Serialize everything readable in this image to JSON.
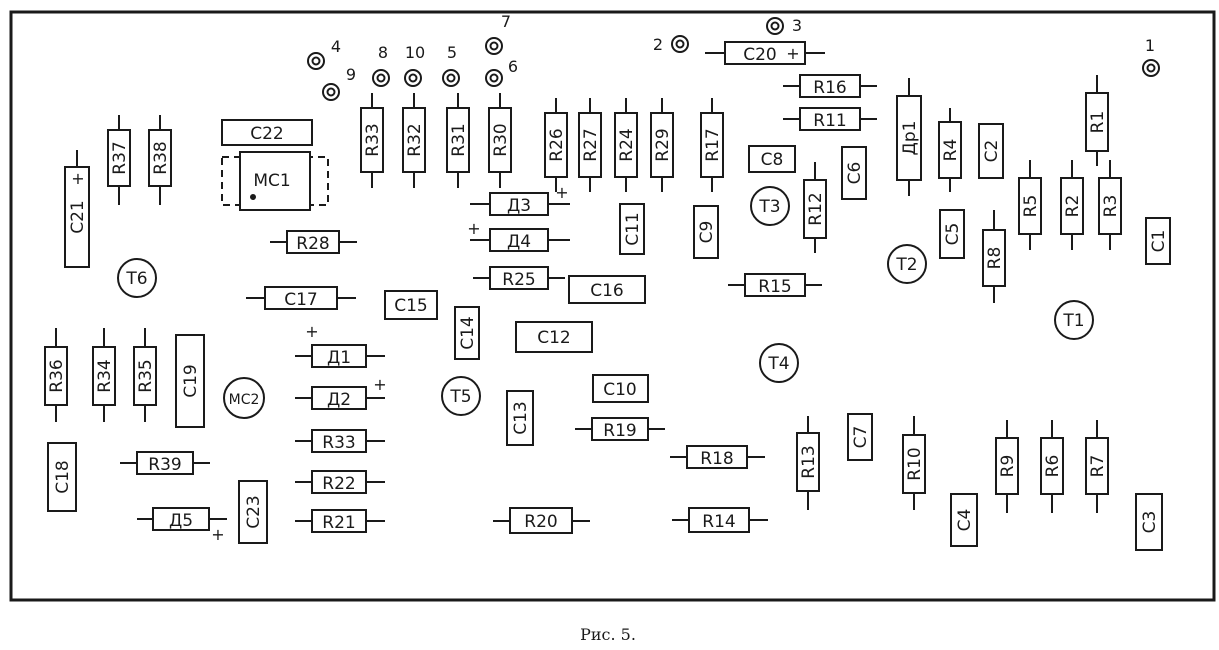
{
  "caption": "Рис. 5.",
  "pins": [
    "1",
    "2",
    "3",
    "4",
    "5",
    "6",
    "7",
    "8",
    "9",
    "10"
  ],
  "h_parts": [
    "C20",
    "R16",
    "R11",
    "C22",
    "Д3",
    "Д4",
    "R28",
    "R25",
    "C16",
    "R15",
    "C17",
    "C15",
    "C12",
    "Д1",
    "Д2",
    "C10",
    "R33",
    "R19",
    "R18",
    "R39",
    "R22",
    "R21",
    "Д5",
    "R20",
    "R14",
    "C8"
  ],
  "v_parts": [
    "R33",
    "R32",
    "R31",
    "R30",
    "R26",
    "R27",
    "R24",
    "R29",
    "R17",
    "R37",
    "R38",
    "C21",
    "Др1",
    "R4",
    "C2",
    "R1",
    "C6",
    "R12",
    "C11",
    "C9",
    "R5",
    "R2",
    "R3",
    "C5",
    "R8",
    "C1",
    "C14",
    "R36",
    "R34",
    "R35",
    "C19",
    "C13",
    "C18",
    "C23",
    "R13",
    "C7",
    "R10",
    "R9",
    "R6",
    "R7",
    "C4",
    "C3"
  ],
  "transistors": [
    "T1",
    "T2",
    "T3",
    "T4",
    "T5",
    "T6"
  ],
  "chips": [
    "MC1",
    "MC2"
  ],
  "plus_sign": "+"
}
